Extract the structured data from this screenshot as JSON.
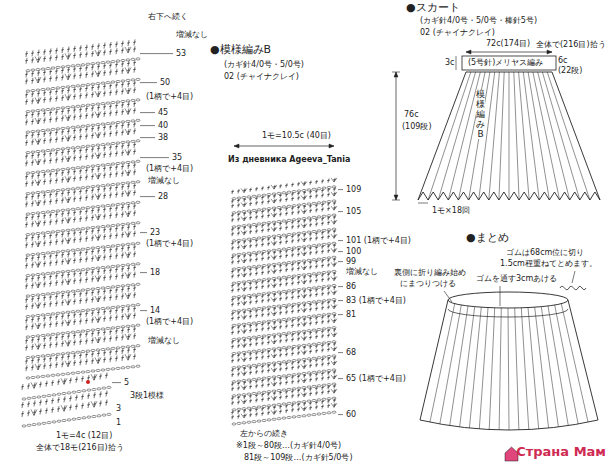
{
  "diagram": {
    "labels": [
      "右下へ続く",
      "増減なし",
      "53",
      "50",
      "(1柄で+4目)",
      "45",
      "40",
      "38",
      "35",
      "(1柄で+4目)",
      "増減なし",
      "28",
      "23",
      "(1柄で+4目)",
      "18",
      "14",
      "(1柄で+4目)",
      "増減なし",
      "5",
      "3段1模様",
      "3",
      "1",
      "1モ=4c (12目)",
      "全体で18モ(216目)拾う",
      "●模様編みB",
      "(カギ針4/0号・5/0号)",
      "02 (チャイナクレイ)",
      "1モ=10.5c (40目)",
      "Из дневника Ageeva_Tania",
      "109",
      "105",
      "101 (1柄で+4目)",
      "100",
      "99",
      "増減なし",
      "86",
      "83 (1柄で+4目)",
      "81",
      "68",
      "65 (1柄で+4目)",
      "60",
      "左からの続き",
      "※1段～80段…(カギ針4/0号)",
      "81段～109段…(カギ針5/0号)",
      "●スカート",
      "(カギ針4/0号・5/0号・棒針5号)",
      "02 (チャイナクレイ)",
      "72c(174目)",
      "3c",
      "(5号針)メリヤス編み",
      "6c",
      "(22段)",
      "全体で(216目)拾う",
      "76c",
      "(109段)",
      "模様編みB",
      "1モ×18回",
      "●まとめ",
      "ゴムは68cm位に切り",
      "1.5cm程重ねてとめます。",
      "裏側に折り編み始め",
      "にまつりつける",
      "ゴムを通す3cmあける",
      "Страна Мам"
    ]
  }
}
